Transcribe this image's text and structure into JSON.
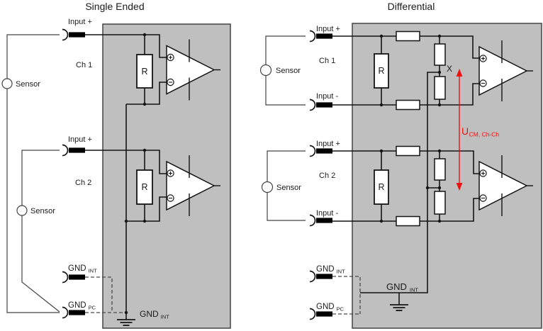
{
  "colors": {
    "module_fill": "#bfbfbf",
    "module_border": "#4d4d4d",
    "wire": "#141414",
    "outer_wire": "#444444",
    "dashed_wire": "#4a4a4a",
    "resistor_fill": "#ffffff",
    "connector_fill": "#000000",
    "arrow_red": "#ee1111",
    "text": "#1a1a1a"
  },
  "icons": {
    "connector": "socket-plug-connector-icon",
    "ground": "earth-ground-icon",
    "opamp": "op-amp-triangle-icon",
    "noninverting_input": "plus-in-circle",
    "inverting_input": "minus-in-circle",
    "sensor": "circle-source-icon",
    "junction": "solder-dot"
  },
  "left": {
    "title": "Single Ended",
    "ch1_label": "Ch 1",
    "ch2_label": "Ch 2",
    "ch1_input": "Input +",
    "ch2_input": "Input +",
    "sensor1": "Sensor",
    "sensor2": "Sensor",
    "r1": "R",
    "r2": "R",
    "gnd_int": {
      "main": "GND",
      "sub": "INT"
    },
    "gnd_pc": {
      "main": "GND",
      "sub": "PC"
    },
    "gnd_int_inner": {
      "main": "GND",
      "sub": "INT"
    }
  },
  "right": {
    "title": "Differential",
    "ch1_label": "Ch 1",
    "ch2_label": "Ch 2",
    "ch1_input_plus": "Input +",
    "ch1_input_minus": "Input -",
    "ch2_input_plus": "Input +",
    "ch2_input_minus": "Input -",
    "sensor1": "Sensor",
    "sensor2": "Sensor",
    "r1": "R",
    "r2": "R",
    "x_label": "X",
    "ucm": {
      "main": "U",
      "sub": "CM, Ch-Ch"
    },
    "gnd_int": {
      "main": "GND",
      "sub": "INT"
    },
    "gnd_pc": {
      "main": "GND",
      "sub": "PC"
    },
    "gnd_int_inner": {
      "main": "GND",
      "sub": "INT"
    }
  }
}
